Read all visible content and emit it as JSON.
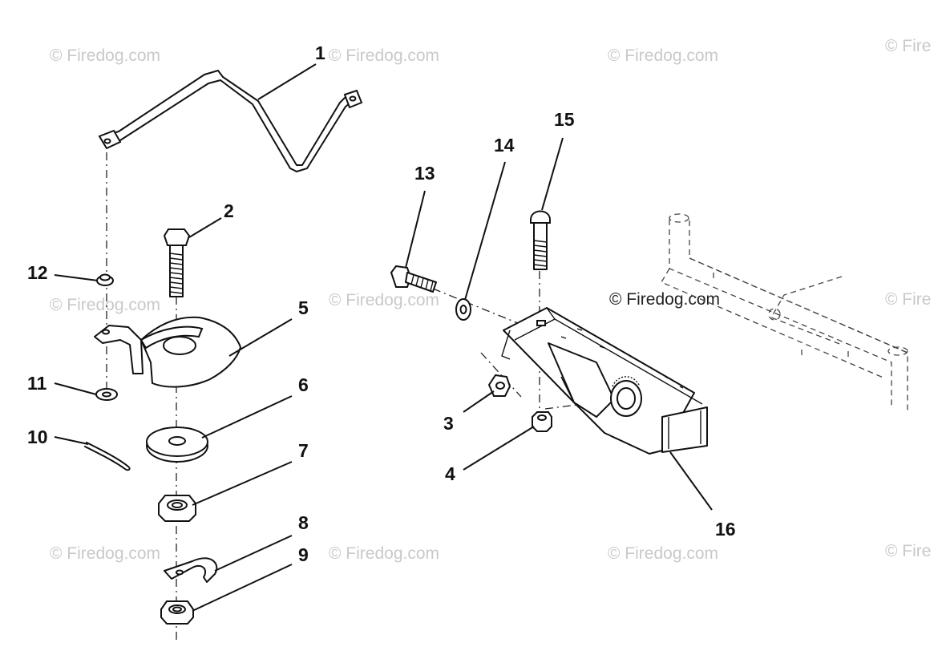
{
  "diagram": {
    "watermark": "© Firedog.com",
    "watermark_center": "© Firedog.com",
    "watermark_edge": "© Fire",
    "callouts": [
      {
        "number": "1",
        "part": "control-rod"
      },
      {
        "number": "2",
        "part": "bolt"
      },
      {
        "number": "3",
        "part": "nut"
      },
      {
        "number": "4",
        "part": "nut"
      },
      {
        "number": "5",
        "part": "gear-sector-plate"
      },
      {
        "number": "6",
        "part": "washer"
      },
      {
        "number": "7",
        "part": "hex-nut"
      },
      {
        "number": "8",
        "part": "clip"
      },
      {
        "number": "9",
        "part": "hex-nut"
      },
      {
        "number": "10",
        "part": "cotter-pin"
      },
      {
        "number": "11",
        "part": "washer"
      },
      {
        "number": "12",
        "part": "bushing"
      },
      {
        "number": "13",
        "part": "bolt"
      },
      {
        "number": "14",
        "part": "washer"
      },
      {
        "number": "15",
        "part": "carriage-bolt"
      },
      {
        "number": "16",
        "part": "steering-bracket"
      }
    ]
  }
}
